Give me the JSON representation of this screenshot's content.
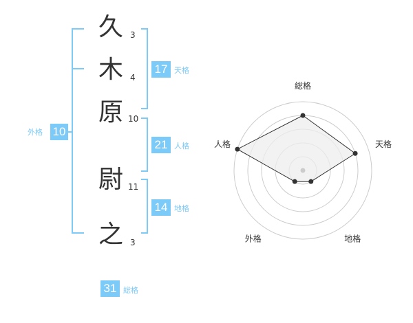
{
  "name": {
    "chars": [
      {
        "char": "久",
        "strokes": "3"
      },
      {
        "char": "木",
        "strokes": "4"
      },
      {
        "char": "原",
        "strokes": "10"
      },
      {
        "char": "尉",
        "strokes": "11"
      },
      {
        "char": "之",
        "strokes": "3"
      }
    ]
  },
  "kaku": {
    "tenkaku": {
      "value": "17",
      "label": "天格"
    },
    "jinkaku": {
      "value": "21",
      "label": "人格"
    },
    "chikaku": {
      "value": "14",
      "label": "地格"
    },
    "gaikaku": {
      "value": "10",
      "label": "外格"
    },
    "soukaku": {
      "value": "31",
      "label": "総格"
    }
  },
  "chart_data": {
    "type": "radar",
    "axes": [
      "総格",
      "天格",
      "地格",
      "外格",
      "人格"
    ],
    "values": [
      4,
      4,
      1,
      1,
      5
    ],
    "max": 5,
    "rings": 5,
    "colors": {
      "fill": "#eeeeee",
      "ring": "#cccccc",
      "line": "#333333",
      "dot": "#333333",
      "center": "#cccccc"
    }
  }
}
